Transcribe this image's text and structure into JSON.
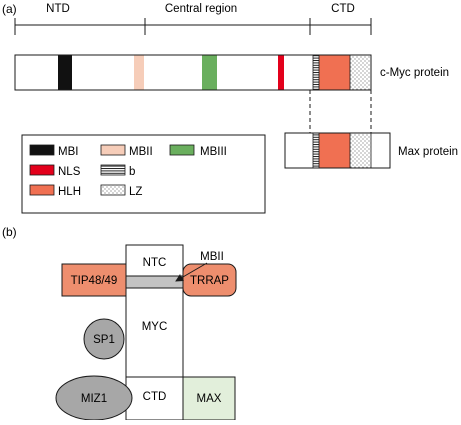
{
  "panel_a": {
    "label": "(a)",
    "regions": {
      "ntd": "NTD",
      "central": "Central region",
      "ctd": "CTD"
    },
    "proteins": {
      "cmyc": "c-Myc protein",
      "max": "Max protein"
    },
    "legend": {
      "mbi": "MBI",
      "mbii": "MBII",
      "mbiii": "MBIII",
      "nls": "NLS",
      "b": "b",
      "hlh": "HLH",
      "lz": "LZ"
    }
  },
  "panel_b": {
    "label": "(b)",
    "callout": "MBII",
    "ntc": "NTC",
    "myc": "MYC",
    "ctd": "CTD",
    "tip": "TIP48/49",
    "trrap": "TRRAP",
    "sp1": "SP1",
    "miz1": "MIZ1",
    "max": "MAX"
  },
  "colors": {
    "mbi": "#111111",
    "mbii": "#f6cdb9",
    "mbiii": "#6aaf5e",
    "nls": "#e3001b",
    "hlh": "#f07052",
    "tip_trrap": "#ee8e6e",
    "gray_shape": "#a7a7a7",
    "bar_gray": "#c3c3c3",
    "max_box": "#e2efdb"
  }
}
